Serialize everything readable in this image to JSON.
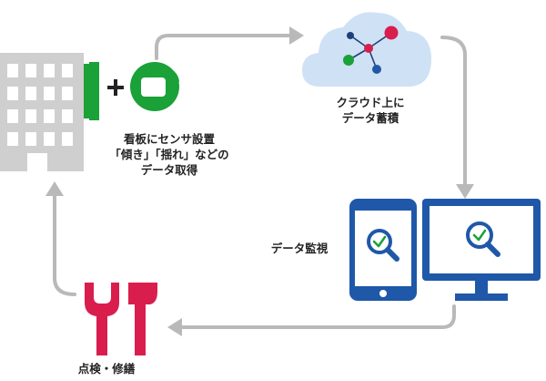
{
  "labels": {
    "sensor": [
      "看板にセンサ設置",
      "「傾き」「揺れ」などの",
      "データ取得"
    ],
    "cloud": [
      "クラウド上に",
      "データ蓄積"
    ],
    "monitor": "データ監視",
    "repair": "点検・修繕"
  },
  "icons": {
    "building": "building-icon",
    "signboard": "signboard-icon",
    "plus": "plus-icon",
    "sensor": "wireless-sensor-icon",
    "cloud": "cloud-network-icon",
    "phone": "smartphone-search-icon",
    "monitor": "desktop-monitor-search-icon",
    "tools": "wrench-hammer-icon"
  },
  "colors": {
    "green": "#1aa137",
    "blue": "#1f58a8",
    "red": "#d91e4e",
    "arrow": "#b9b9b9",
    "building": "#cfcfcf"
  }
}
